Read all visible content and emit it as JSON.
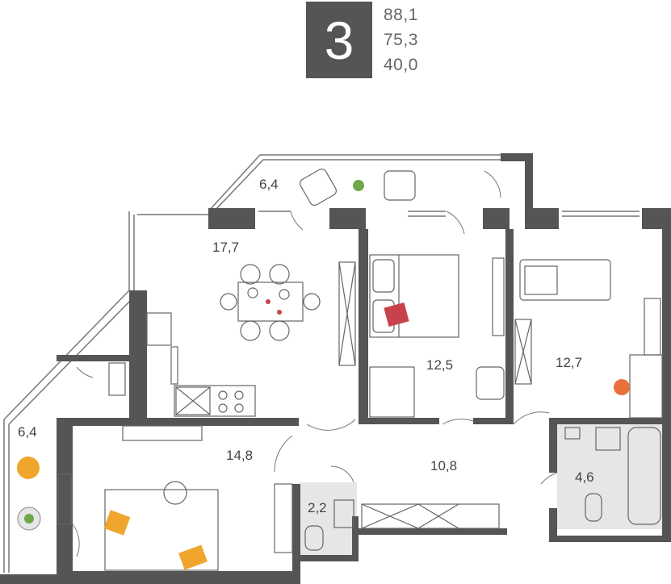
{
  "header": {
    "rooms_count": "3",
    "areas": [
      "88,1",
      "75,3",
      "40,0"
    ]
  },
  "rooms": {
    "balcony_top": "6,4",
    "living_kitchen": "17,7",
    "bedroom_middle": "12,5",
    "bedroom_right": "12,7",
    "loggia_left": "6,4",
    "room_left": "14,8",
    "hall": "10,8",
    "wc": "2,2",
    "bathroom": "4,6"
  },
  "colors": {
    "wall": "#555555",
    "badge": "#555555",
    "tile": "#e6e6e6",
    "accent_orange": "#f0a52c",
    "accent_red": "#c8424b",
    "accent_green": "#6ea84a",
    "accent_orange_red": "#e8703a"
  }
}
